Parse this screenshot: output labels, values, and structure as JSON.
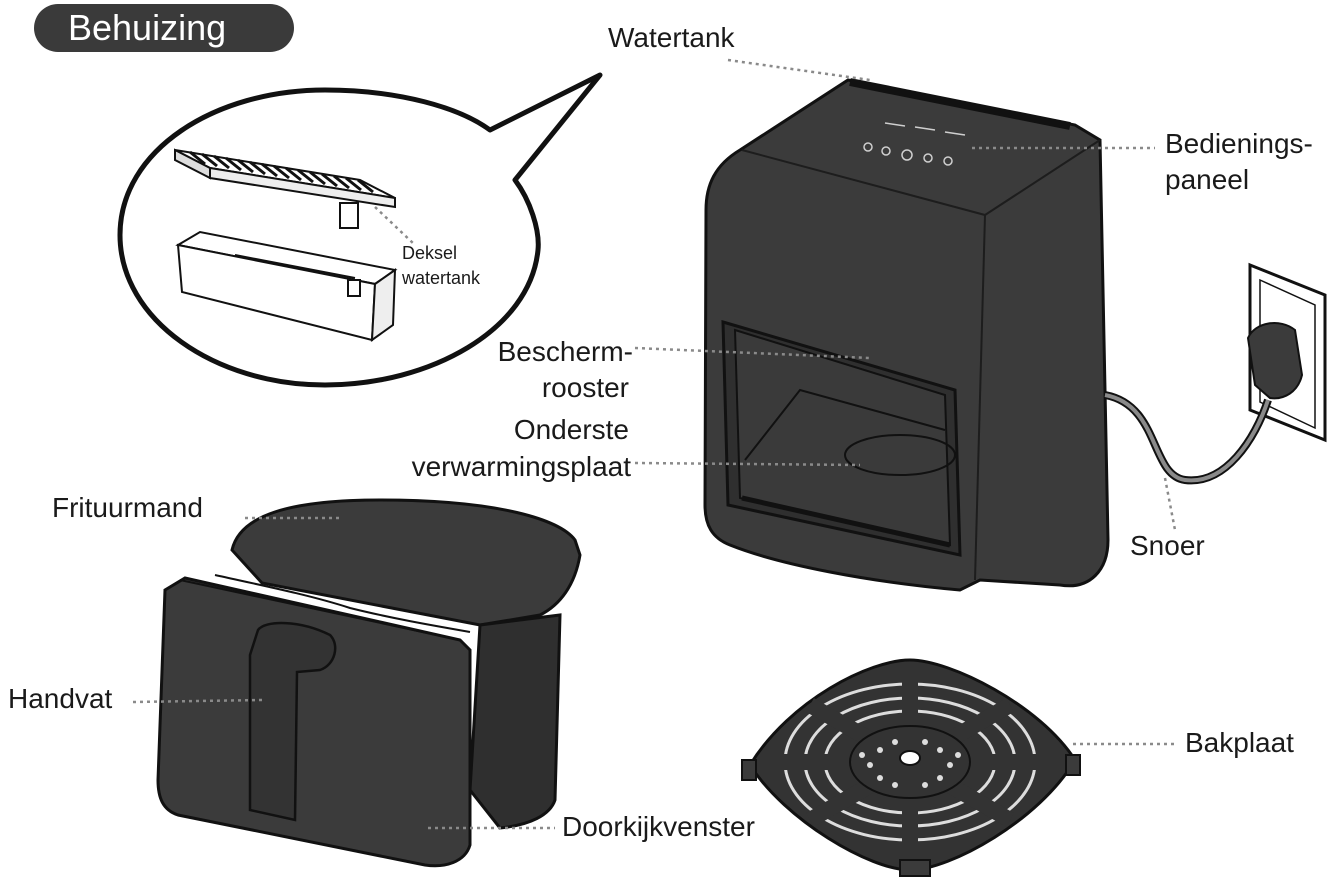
{
  "title": "Behuizing",
  "labels": {
    "watertank": "Watertank",
    "bedieningspaneel_1": "Bedienings-",
    "bedieningspaneel_2": "paneel",
    "deksel_1": "Deksel",
    "deksel_2": "watertank",
    "beschermrooster_1": "Bescherm-",
    "beschermrooster_2": "rooster",
    "onderste_1": "Onderste",
    "onderste_2": "verwarmingsplaat",
    "frituurmand": "Frituurmand",
    "snoer": "Snoer",
    "handvat": "Handvat",
    "bakplaat": "Bakplaat",
    "doorkijkvenster": "Doorkijkvenster"
  },
  "colors": {
    "body": "#3b3b3b",
    "dark": "#2a2a2a",
    "outline": "#111111",
    "light_part": "#ffffff",
    "leader": "#8a8a8a"
  }
}
